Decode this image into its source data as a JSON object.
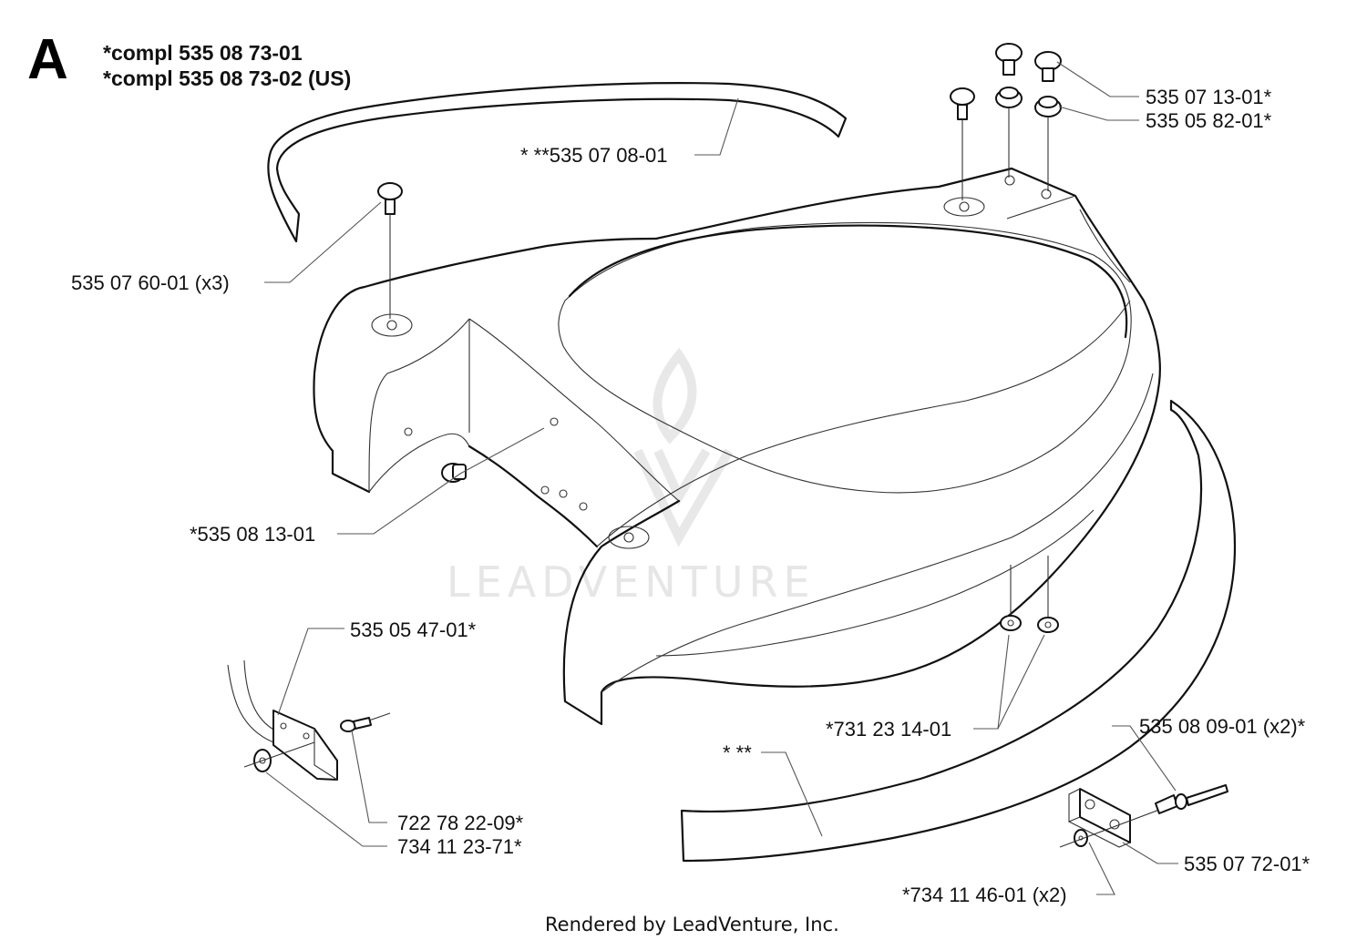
{
  "diagram": {
    "section_letter": "A",
    "assembly_numbers": [
      "*compl 535 08 73-01",
      "*compl 535 08 73-02 (US)"
    ],
    "watermark": "LEADVENTURE",
    "footer": "Rendered by LeadVenture, Inc.",
    "callouts": {
      "p_535_07_13_01": "535 07 13-01*",
      "p_535_05_82_01": "535 05 82-01*",
      "p_535_07_08_01": "* **535 07 08-01",
      "p_535_07_60_01": "535 07 60-01 (x3)",
      "p_535_08_13_01": "*535 08 13-01",
      "p_535_05_47_01": "535 05 47-01*",
      "p_731_23_14_01": "*731 23 14-01",
      "p_535_08_09_01": "535 08 09-01 (x2)*",
      "p_stars": "* **",
      "p_722_78_22_09": "722 78 22-09*",
      "p_734_11_23_71": "734 11 23-71*",
      "p_535_07_72_01": "535 07 72-01*",
      "p_734_11_46_01": "*734 11 46-01 (x2)"
    }
  }
}
